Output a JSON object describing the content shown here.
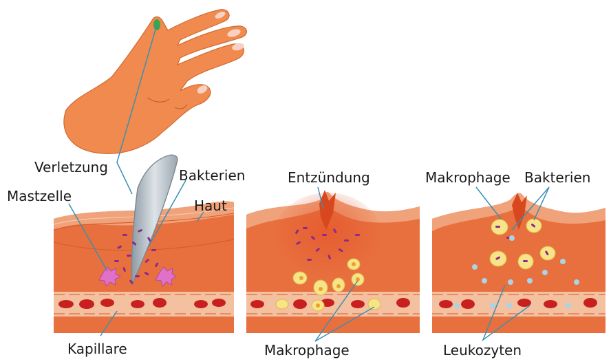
{
  "labels": {
    "verletzung": "Verletzung",
    "bakterien_left": "Bakterien",
    "mastzelle": "Mastzelle",
    "haut": "Haut",
    "kapillare": "Kapillare",
    "entzuendung": "Entzündung",
    "makrophage_bottom": "Makrophage",
    "makrophage_top": "Makrophage",
    "bakterien_right": "Bakterien",
    "leukozyten": "Leukozyten"
  },
  "colors": {
    "skin_top": "#f0a27a",
    "tissue": "#e8703e",
    "tissue_light": "#f08a58",
    "capillary": "#f3c0a0",
    "blood_cell": "#c8201e",
    "bacteria": "#8a2a8a",
    "macrophage": "#f7e488",
    "leukocyte": "#a8d4e6",
    "mast_cell": "#e070c8",
    "hand": "#f08a4e",
    "splinter": "#b8c4cc",
    "line": "#3c8fb0"
  }
}
